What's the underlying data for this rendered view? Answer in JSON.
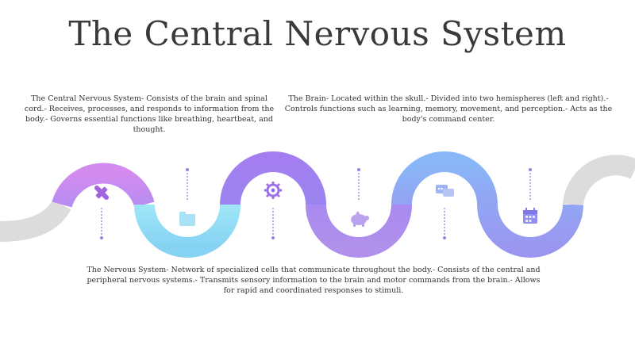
{
  "title": "The Central Nervous System",
  "blocks": {
    "cns": "The Central Nervous System- Consists of the brain and spinal cord.- Receives, processes, and responds to information from the body.- Governs essential functions like breathing, heartbeat, and thought.",
    "brain": "The Brain- Located within the skull.- Divided into two hemispheres (left and right).- Controls functions such as learning, memory, movement, and perception.- Acts as the body's command center.",
    "ns": "The Nervous System- Network of specialized cells that communicate throughout the body.- Consists of the central and peripheral nervous systems.- Transmits sensory information to the brain and motor commands from the brain.- Allows for rapid and coordinated responses to stimuli."
  },
  "icons": [
    "puzzle-icon",
    "folder-icon",
    "gear-icon",
    "piggy-bank-icon",
    "chat-icon",
    "calendar-icon"
  ],
  "colors": {
    "violet": "#c58af0",
    "cyan": "#8fdcf5",
    "purple": "#9d7fef",
    "lavender": "#a98ce8",
    "periwinkle": "#8fa8f5",
    "gray": "#dcdcdc",
    "icon": "#9b6fe0"
  }
}
